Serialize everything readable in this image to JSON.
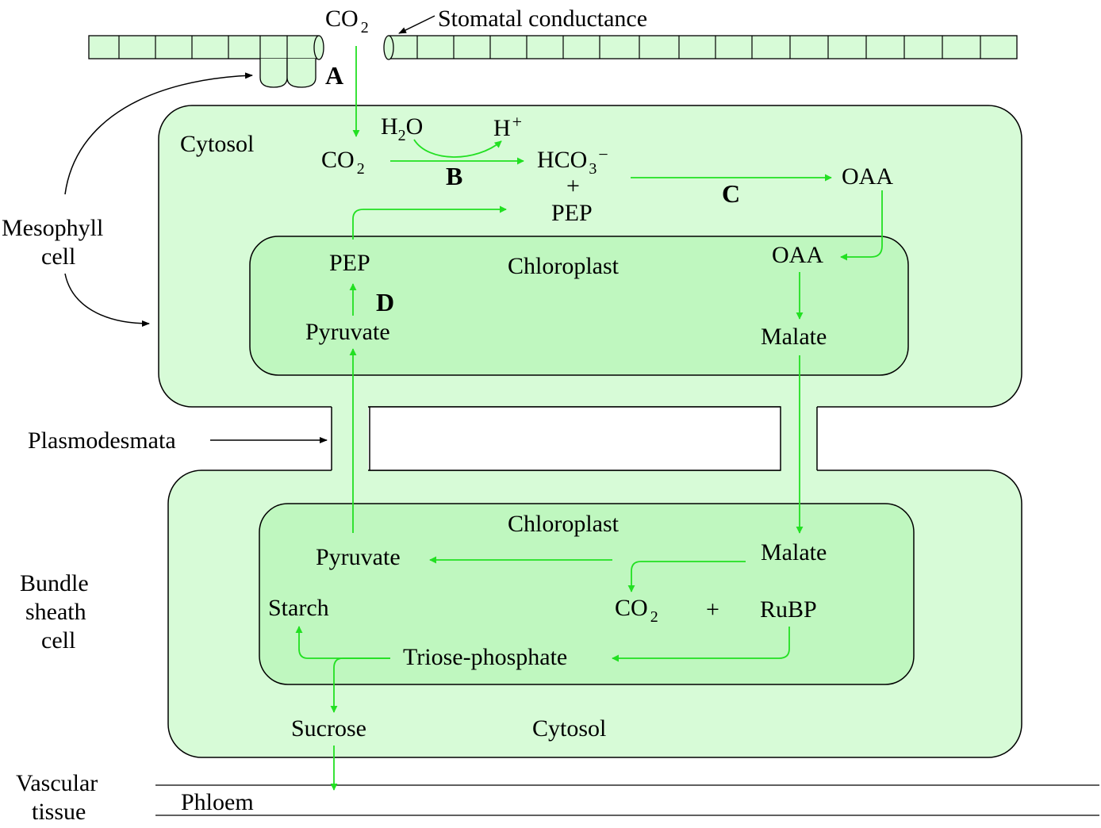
{
  "colors": {
    "cell_fill": "#d7fbd7",
    "chloroplast_fill": "#bff7bf",
    "flow_arrow": "#22e022",
    "outline": "#000000"
  },
  "labels": {
    "co2_atmosphere": "CO",
    "co2_sub": "2",
    "stomatal_conductance": "Stomatal conductance",
    "step_a": "A",
    "step_b": "B",
    "step_c": "C",
    "step_d": "D",
    "mesophyll_line1": "Mesophyll",
    "mesophyll_line2": "cell",
    "cytosol_top": "Cytosol",
    "h2o_h": "H",
    "h2o_sub": "2",
    "h2o_o": "O",
    "h_plus": "H",
    "h_plus_sup": "+",
    "co2_cytosol": "CO",
    "co2_cytosol_sub": "2",
    "hco3": "HCO",
    "hco3_sub": "3",
    "hco3_sup": "−",
    "plus_sign": "+",
    "pep_cytosol": "PEP",
    "oaa_cytosol": "OAA",
    "chloroplast_meso": "Chloroplast",
    "pep_chloroplast": "PEP",
    "pyruvate_meso": "Pyruvate",
    "oaa_chloroplast": "OAA",
    "malate_meso": "Malate",
    "plasmodesmata": "Plasmodesmata",
    "bundle_line1": "Bundle",
    "bundle_line2": "sheath",
    "bundle_line3": "cell",
    "chloroplast_bundle": "Chloroplast",
    "pyruvate_bundle": "Pyruvate",
    "malate_bundle": "Malate",
    "starch": "Starch",
    "co2_bundle": "CO",
    "co2_bundle_sub": "2",
    "plus_bundle": "+",
    "rubp": "RuBP",
    "triose_phosphate": "Triose-phosphate",
    "sucrose": "Sucrose",
    "cytosol_bottom": "Cytosol",
    "vascular_line1": "Vascular",
    "vascular_line2": "tissue",
    "phloem": "Phloem"
  }
}
